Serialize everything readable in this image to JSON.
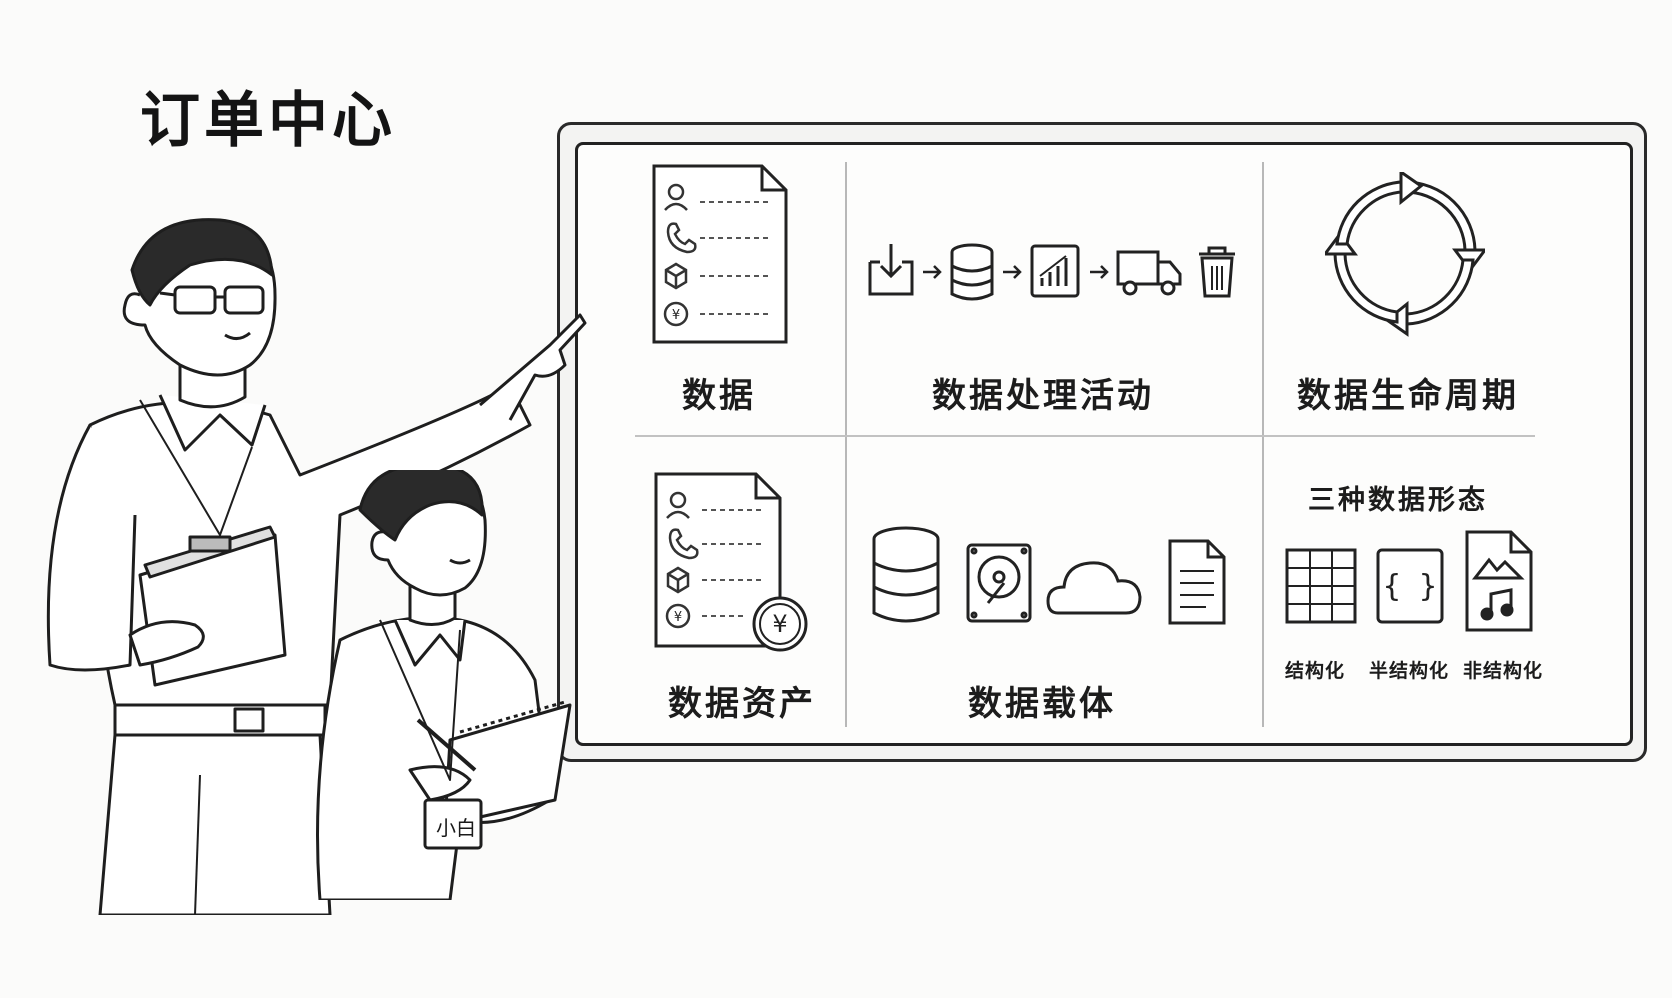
{
  "title": "订单中心",
  "board": {
    "cells": [
      {
        "label": "数据",
        "icon": "data-document-icon"
      },
      {
        "label": "数据处理活动",
        "icons": [
          "download-icon",
          "database-icon",
          "bar-chart-icon",
          "truck-icon",
          "trash-icon"
        ]
      },
      {
        "label": "数据生命周期",
        "icon": "cycle-arrows-icon"
      },
      {
        "label": "数据资产",
        "icon": "data-asset-document-icon"
      },
      {
        "label": "数据载体",
        "icons": [
          "database-icon",
          "hard-disk-icon",
          "cloud-icon",
          "document-icon"
        ]
      },
      {
        "label": "三种数据形态",
        "forms": [
          {
            "label": "结构化",
            "icon": "table-icon"
          },
          {
            "label": "半结构化",
            "icon": "braces-document-icon"
          },
          {
            "label": "非结构化",
            "icon": "media-file-icon"
          }
        ]
      }
    ]
  },
  "badge": {
    "label": "小白"
  },
  "currency_symbol": "¥"
}
